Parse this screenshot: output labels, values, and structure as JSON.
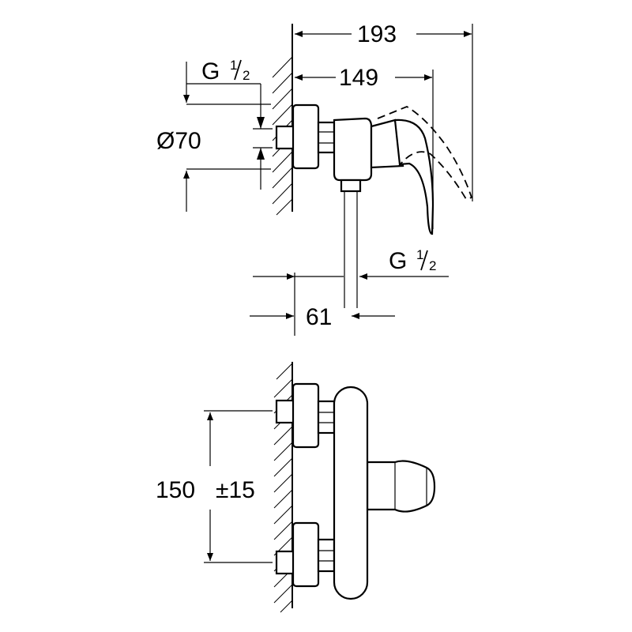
{
  "side_view": {
    "dim_overall": "193",
    "dim_lever": "149",
    "thread_wall_main": "G",
    "thread_wall_num": "1",
    "thread_wall_den": "2",
    "dim_diameter": "Ø70",
    "thread_outlet_main": "G",
    "thread_outlet_num": "1",
    "thread_outlet_den": "2",
    "dim_outlet": "61"
  },
  "front_view": {
    "dim_centers": "150",
    "dim_tolerance": "±15"
  },
  "colors": {
    "line": "#000000",
    "background": "#ffffff"
  }
}
